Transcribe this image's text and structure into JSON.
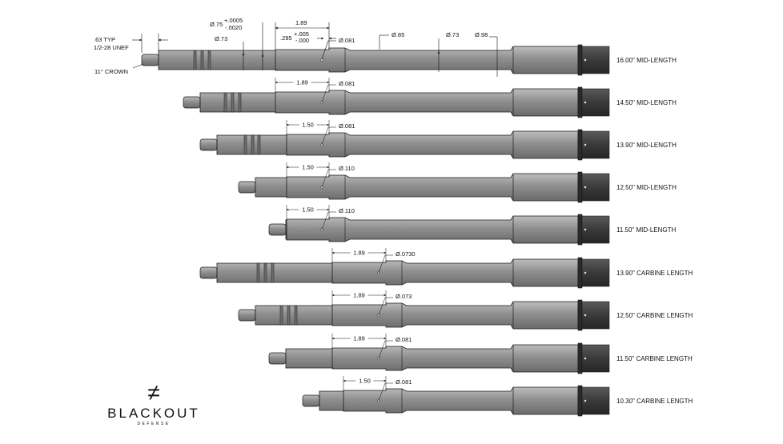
{
  "brand": {
    "logo_symbol": "≠",
    "logo_word": "BLACKOUT",
    "logo_sub": "DEFENSE"
  },
  "callouts": {
    "thread_typ": ".63 TYP",
    "thread_spec": "1/2-28 UNEF",
    "crown": "11° CROWN",
    "dia_1": "Ø.75",
    "dia_1_tol_plus": "+.0005",
    "dia_1_tol_minus": "-.0020",
    "dia_2": "Ø.73",
    "gas_len": "1.89",
    "gas_tol_base": ".295",
    "gas_tol_plus": "+.005",
    "gas_tol_minus": "-.000",
    "port": "Ø.081",
    "dia_3": "Ø.85",
    "dia_4": "Ø.73",
    "dia_5": "Ø.98"
  },
  "barrels": [
    {
      "label": "16.00\" MID-LENGTH",
      "gas_len": "1.89",
      "port": "Ø.081"
    },
    {
      "label": "14.50\" MID-LENGTH",
      "gas_len": "1.89",
      "port": "Ø.081"
    },
    {
      "label": "13.90\" MID-LENGTH",
      "gas_len": "1.50",
      "port": "Ø.081"
    },
    {
      "label": "12.50\" MID-LENGTH",
      "gas_len": "1.50",
      "port": "Ø.110"
    },
    {
      "label": "11.50\" MID-LENGTH",
      "gas_len": "1.50",
      "port": "Ø.110"
    },
    {
      "label": "13.90\" CARBINE LENGTH",
      "gas_len": "1.89",
      "port": "Ø.0730"
    },
    {
      "label": "12.50\" CARBINE LENGTH",
      "gas_len": "1.89",
      "port": "Ø.073"
    },
    {
      "label": "11.50\" CARBINE LENGTH",
      "gas_len": "1.89",
      "port": "Ø.081"
    },
    {
      "label": "10.30\" CARBINE LENGTH",
      "gas_len": "1.50",
      "port": "Ø.081"
    }
  ],
  "colors": {
    "barrel_fill": "#8c8c8c",
    "barrel_light": "#a8a8a8",
    "barrel_dark": "#6e6e6e",
    "extension": "#3a3a3a",
    "outline": "#1a1a1a"
  }
}
